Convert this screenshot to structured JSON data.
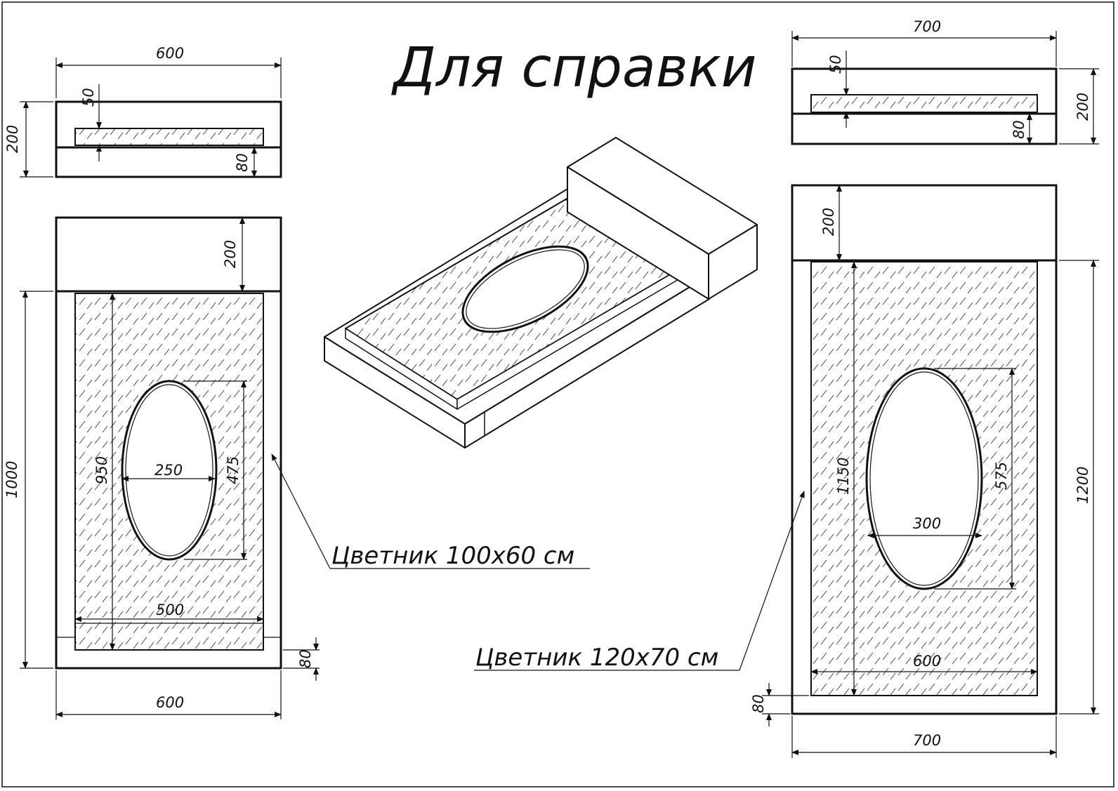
{
  "title": "Для справки",
  "labels": {
    "small": "Цветник 100х60 см",
    "large": "Цветник 120х70 см"
  },
  "small_top": {
    "width": "600",
    "height": "200",
    "inner": "50",
    "base": "80"
  },
  "small_plan": {
    "head": "200",
    "length": "1000",
    "inner_len": "950",
    "oval_w": "250",
    "oval_h": "475",
    "inner_w": "500",
    "border": "80",
    "width": "600"
  },
  "large_top": {
    "width": "700",
    "height": "200",
    "inner": "50",
    "base": "80"
  },
  "large_plan": {
    "head": "200",
    "length": "1200",
    "inner_len": "1150",
    "oval_w": "300",
    "oval_h": "575",
    "inner_w": "600",
    "border": "80",
    "width": "700"
  },
  "colors": {
    "line": "#111111",
    "paper": "#ffffff"
  }
}
